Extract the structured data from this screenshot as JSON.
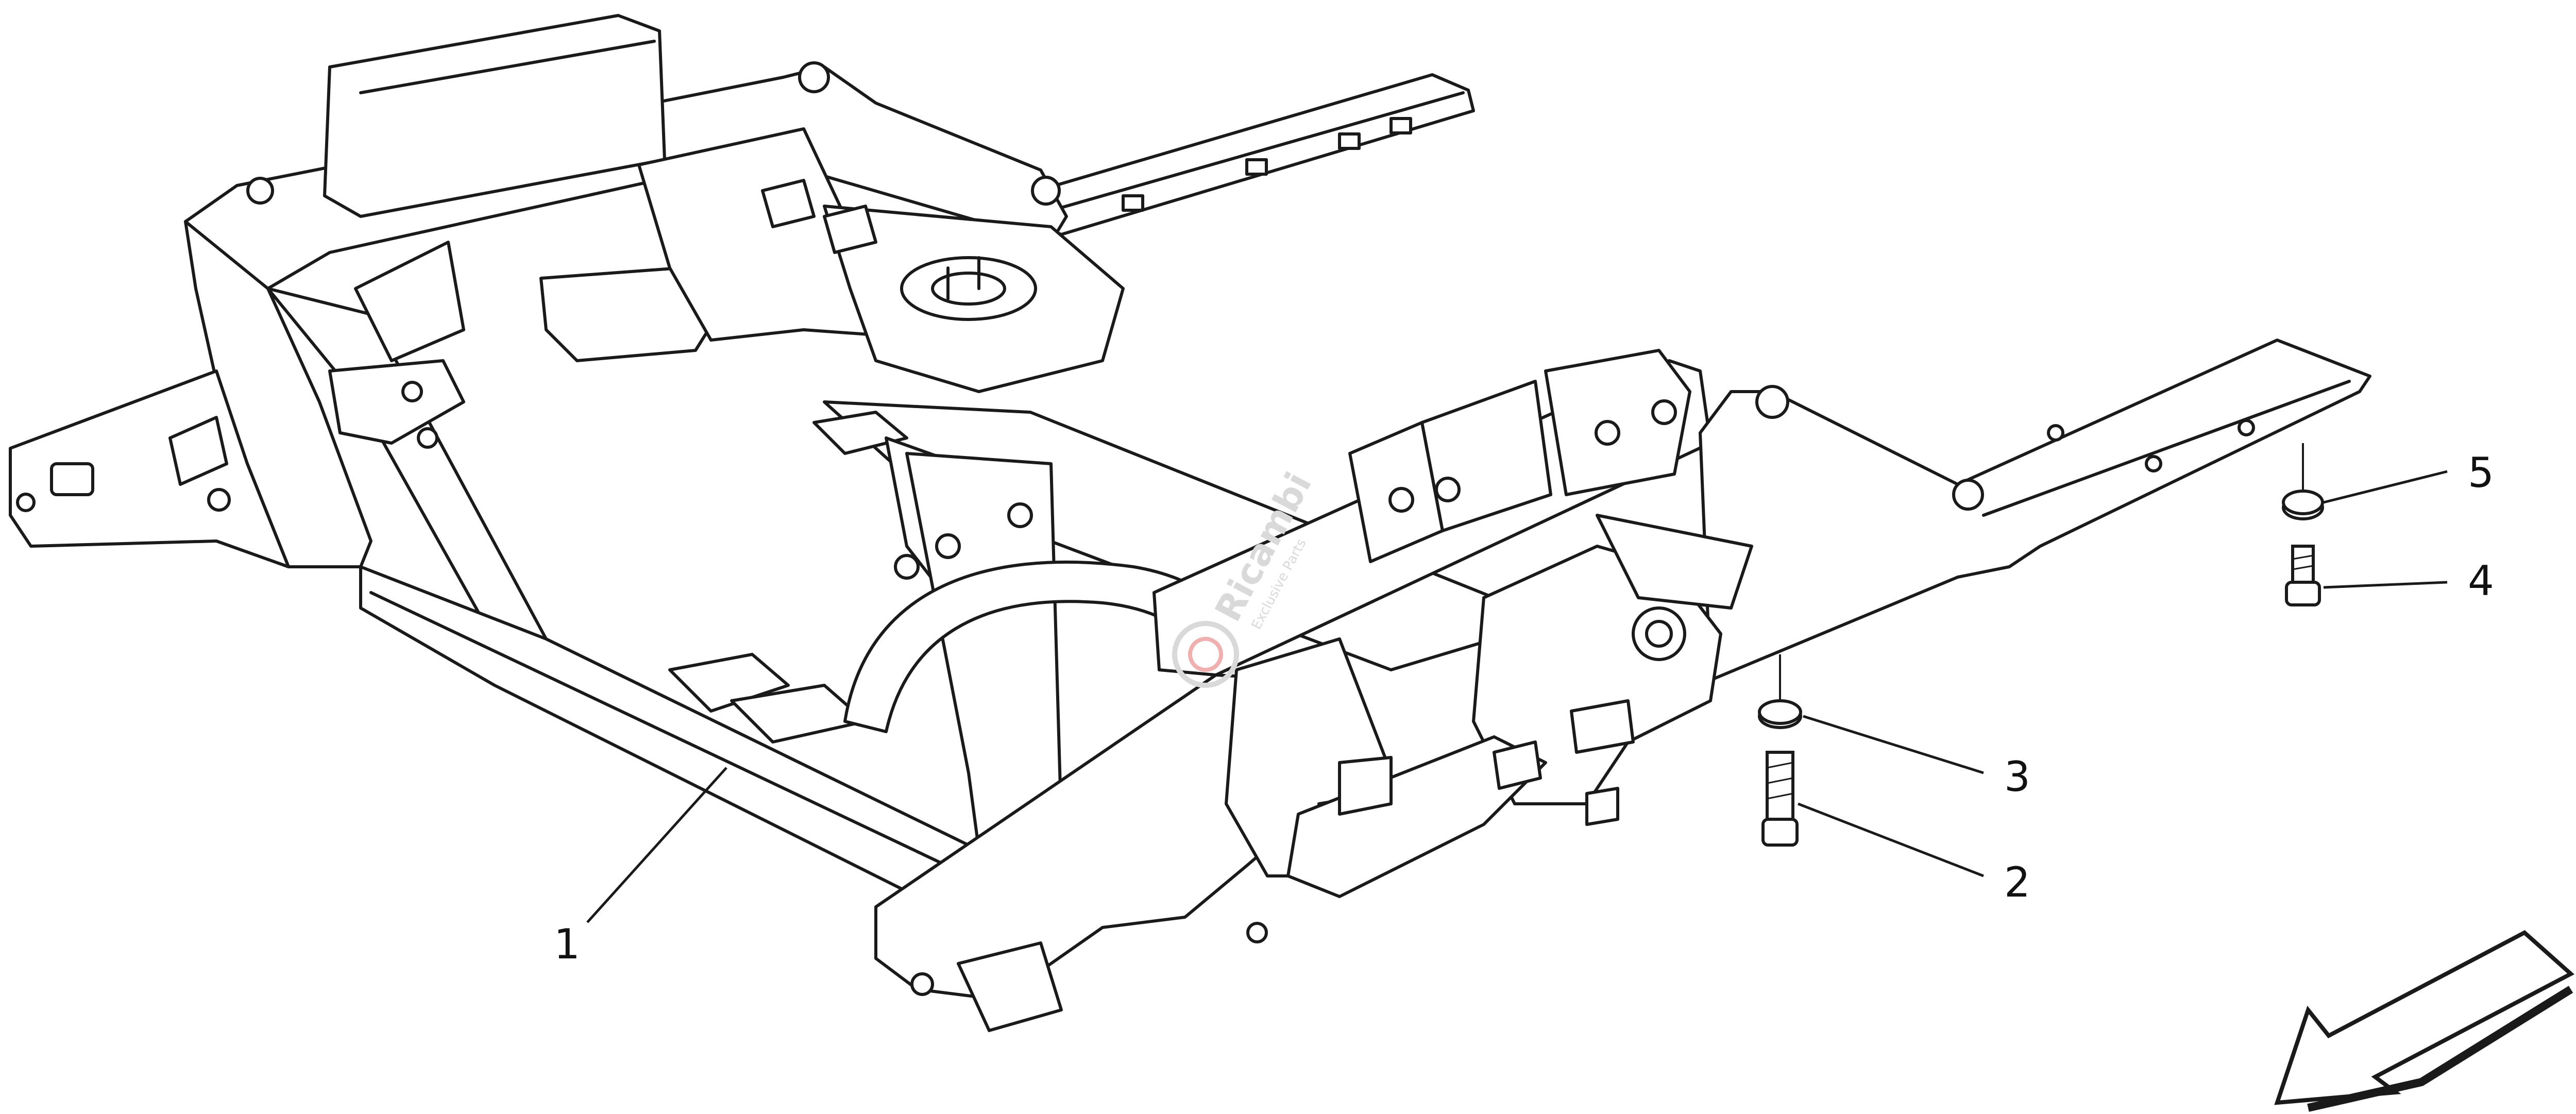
{
  "diagram": {
    "callouts": [
      {
        "id": "part-1",
        "label": "1"
      },
      {
        "id": "part-2",
        "label": "2"
      },
      {
        "id": "part-3",
        "label": "3"
      },
      {
        "id": "part-4",
        "label": "4"
      },
      {
        "id": "part-5",
        "label": "5"
      }
    ],
    "watermark": {
      "brand": "Ricambi",
      "tagline": "Exclusive Parts"
    },
    "colors": {
      "line": "#1a1a1a",
      "fill": "#ffffff",
      "watermark": "#d9d9d9",
      "watermark_accent": "#f0b0b0"
    }
  }
}
